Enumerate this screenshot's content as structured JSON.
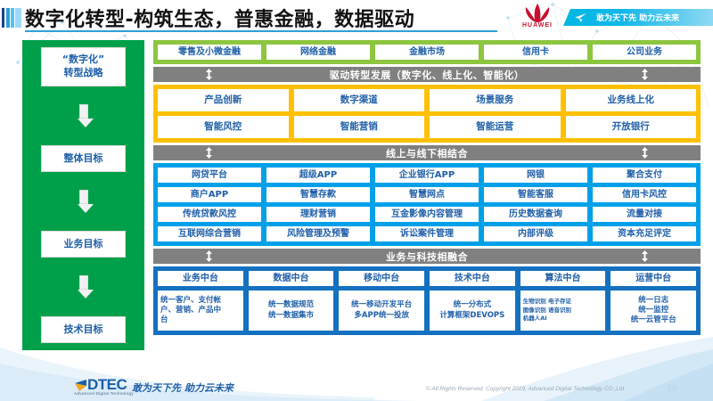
{
  "header": {
    "title": "数字化转型-构筑生态，普惠金融，数据驱动",
    "brand": "HUAWEI",
    "banner_slogan": "敢为天下先 助力云未来"
  },
  "strategy_column": {
    "items": [
      {
        "label": "“数字化”\n转型战略"
      },
      {
        "label": "整体目标"
      },
      {
        "label": "业务目标"
      },
      {
        "label": "技术目标"
      }
    ],
    "labels": {
      "digital_strategy_line1": "“数字化”",
      "digital_strategy_line2": "转型战略",
      "overall_goal": "整体目标",
      "business_goal": "业务目标",
      "technology_goal": "技术目标"
    }
  },
  "bands": {
    "drive": "驱动转型发展（数字化、线上化、智能化）",
    "online_offline": "线上与线下相结合",
    "business_tech": "业务与科技相融合"
  },
  "business_lines": {
    "cells": [
      "零售及小微金融",
      "网络金融",
      "金融市场",
      "信用卡",
      "公司业务"
    ]
  },
  "transformation": {
    "row1": [
      "产品创新",
      "数字渠道",
      "场景服务",
      "业务线上化"
    ],
    "row2": [
      "智能风控",
      "智能营销",
      "智能运营",
      "开放银行"
    ]
  },
  "applications": {
    "row1": [
      "网贷平台",
      "超级APP",
      "企业银行APP",
      "网银",
      "聚合支付"
    ],
    "row2": [
      "商户APP",
      "智慧存款",
      "智慧网点",
      "智能客服",
      "信用卡风控"
    ],
    "row3": [
      "传统贷款风控",
      "理财营销",
      "互金影像内容管理",
      "历史数据查询",
      "流量对接"
    ],
    "row4": [
      "互联网综合营销",
      "风险管理及预警",
      "诉讼案件管理",
      "内部评级",
      "资本充足评定"
    ]
  },
  "platforms": {
    "headers": [
      "业务中台",
      "数据中台",
      "移动中台",
      "技术中台",
      "算法中台",
      "运营中台"
    ],
    "details": [
      "统一客户、支付帐户、营销、产品中台",
      "统一数据规范\n统一数据集市",
      "统一移动开发平台\n多APP统一投放",
      "统一分布式\n计算框架DEVOPS",
      "生物识别 电子存证\n图像识别 语音识别\n机器人AI",
      "统一日志\n统一监控\n统一云管平台"
    ],
    "details_lines": {
      "business": [
        "统一客户、支付帐",
        "户、营销、产品中",
        "台"
      ],
      "data": [
        "统一数据规范",
        "统一数据集市"
      ],
      "mobile": [
        "统一移动开发平台",
        "多APP统一投放"
      ],
      "tech": [
        "统一分布式",
        "计算框架DEVOPS"
      ],
      "algorithm": [
        "生物识别 电子存证",
        "图像识别 语音识别",
        "机器人AI"
      ],
      "operation": [
        "统一日志",
        "统一监控",
        "统一云管平台"
      ]
    }
  },
  "footer": {
    "logo_text": "DTEC",
    "logo_subtitle": "Advanced Digital Technology",
    "slogan": "敢为天下先  助力云未来",
    "copyright": "© All Rights Reserved. Copyright 2019, Advanced Digital Technology CO.,Ltd",
    "page_number": "10"
  },
  "colors": {
    "green_section": "#8DC63F",
    "green_column": "#00A04B",
    "orange_section": "#FFC000",
    "blue_section": "#00A0E9",
    "blue_dark_section": "#1471C0",
    "band_gray": "#808080",
    "text_blue": "#1f5fa8",
    "huawei_red": "#c8102e"
  }
}
